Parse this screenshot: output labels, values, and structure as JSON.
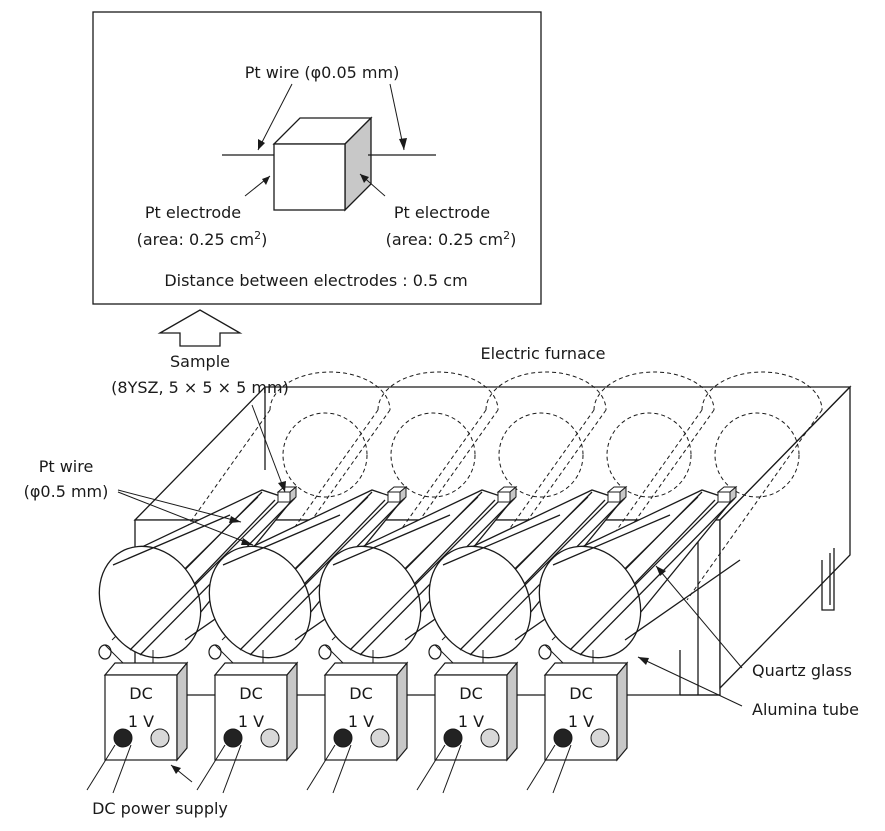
{
  "inset": {
    "pt_wire": "Pt wire (φ0.05 mm)",
    "electrode_left": "Pt electrode",
    "electrode_left_area": "(area: 0.25 cm",
    "electrode_right": "Pt electrode",
    "electrode_right_area": "(area: 0.25 cm",
    "area_unit_superscript": "2",
    "area_close": ")",
    "distance": "Distance between electrodes : 0.5 cm"
  },
  "labels": {
    "sample": "Sample",
    "sample_spec": "(8YSZ, 5 × 5 × 5 mm)",
    "electric_furnace": "Electric furnace",
    "pt_wire": "Pt wire",
    "pt_wire_diameter": "(φ0.5 mm)",
    "quartz_glass": "Quartz glass",
    "alumina_tube": "Alumina tube",
    "dc_power_supply": "DC power supply"
  },
  "power_supply": {
    "line1": "DC",
    "line2": "1 V"
  },
  "units": [
    {
      "id": "unit-1"
    },
    {
      "id": "unit-2"
    },
    {
      "id": "unit-3"
    },
    {
      "id": "unit-4"
    },
    {
      "id": "unit-5"
    }
  ],
  "colors": {
    "stroke": "#1a1a1a",
    "shade": "#c8c8c8",
    "knob_dark": "#222222",
    "knob_light": "#d8d8d8"
  }
}
